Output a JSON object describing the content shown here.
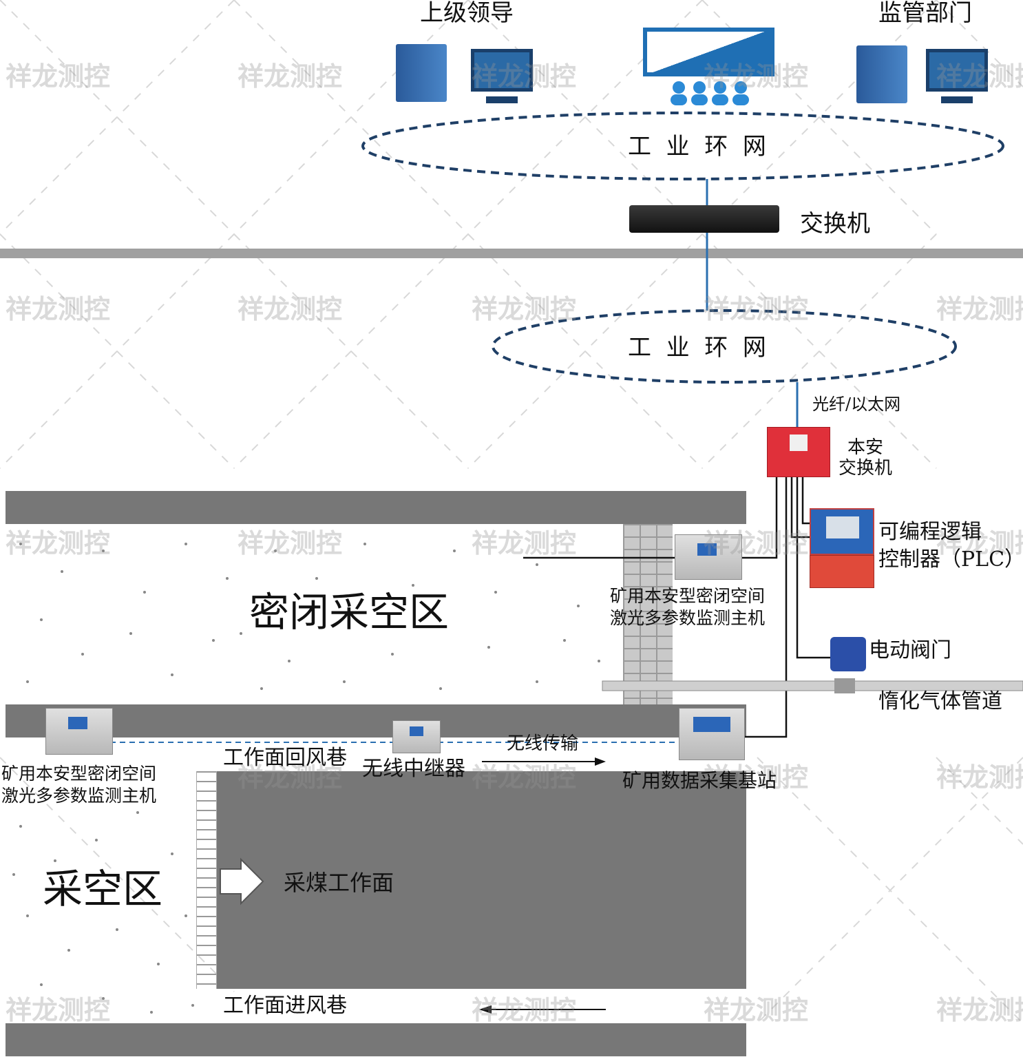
{
  "top": {
    "superior_label": "上级领导",
    "supervision_label": "监管部门",
    "ring_network_label_1": "工  业  环  网",
    "switch_label": "交换机",
    "ring_network_label_2": "工  业  环  网",
    "fiber_label": "光纤/以太网"
  },
  "devices": {
    "safe_switch_label": "本安\n交换机",
    "plc_label_line1": "可编程逻辑",
    "plc_label_line2": "控制器（PLC）",
    "valve_label": "电动阀门",
    "pipe_label": "惰化气体管道",
    "monitor_right_line1": "矿用本安型密闭空间",
    "monitor_right_line2": "激光多参数监测主机",
    "monitor_left_line1": "矿用本安型密闭空间",
    "monitor_left_line2": "激光多参数监测主机",
    "repeater_label": "无线中继器",
    "wireless_label": "无线传输",
    "base_station_label": "矿用数据采集基站"
  },
  "zones": {
    "sealed_goaf": "密闭采空区",
    "goaf": "采空区",
    "return_airway": "工作面回风巷",
    "intake_airway": "工作面进风巷",
    "coal_face": "采煤工作面"
  },
  "watermark": "祥龙测控",
  "colors": {
    "ring": "#1f3f66",
    "link_blue": "#2a6fb0",
    "band_gray": "#777777",
    "safe_switch_red": "#e0303a",
    "plc_blue": "#2b66b8"
  }
}
